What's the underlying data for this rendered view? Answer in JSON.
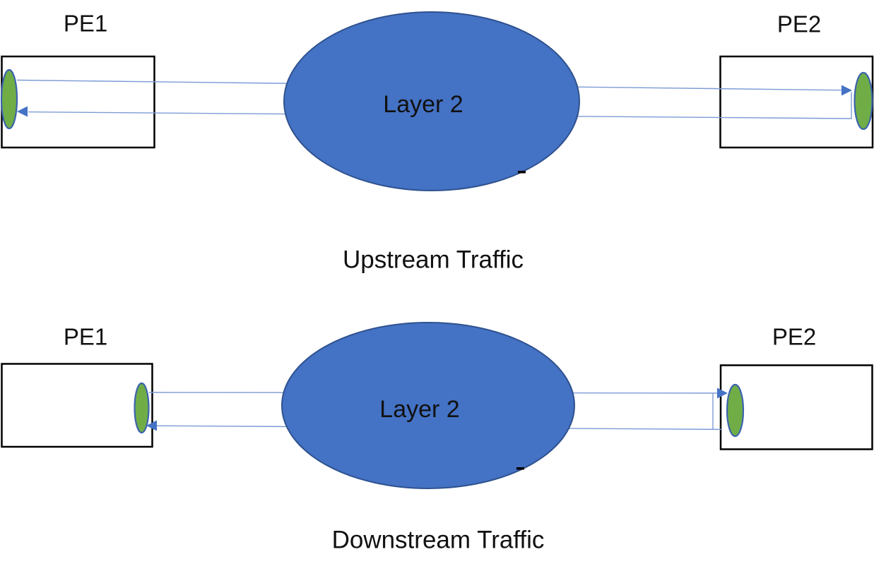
{
  "colors": {
    "cloud_fill": "#4472C4",
    "cloud_stroke": "#2F528F",
    "port_fill": "#70AD47",
    "port_stroke": "#3B63AE",
    "box_fill": "#FFFFFF",
    "box_stroke": "#000000",
    "line": "#7D9BD6",
    "line_light": "#8FAADC",
    "arrow": "#4472C4",
    "text": "#111111",
    "stray_mark": "#000000"
  },
  "upstream": {
    "pe1_label": "PE1",
    "pe2_label": "PE2",
    "cloud_label": "Layer 2",
    "caption": "Upstream Traffic"
  },
  "downstream": {
    "pe1_label": "PE1",
    "pe2_label": "PE2",
    "cloud_label": "Layer 2",
    "caption": "Downstream Traffic"
  }
}
